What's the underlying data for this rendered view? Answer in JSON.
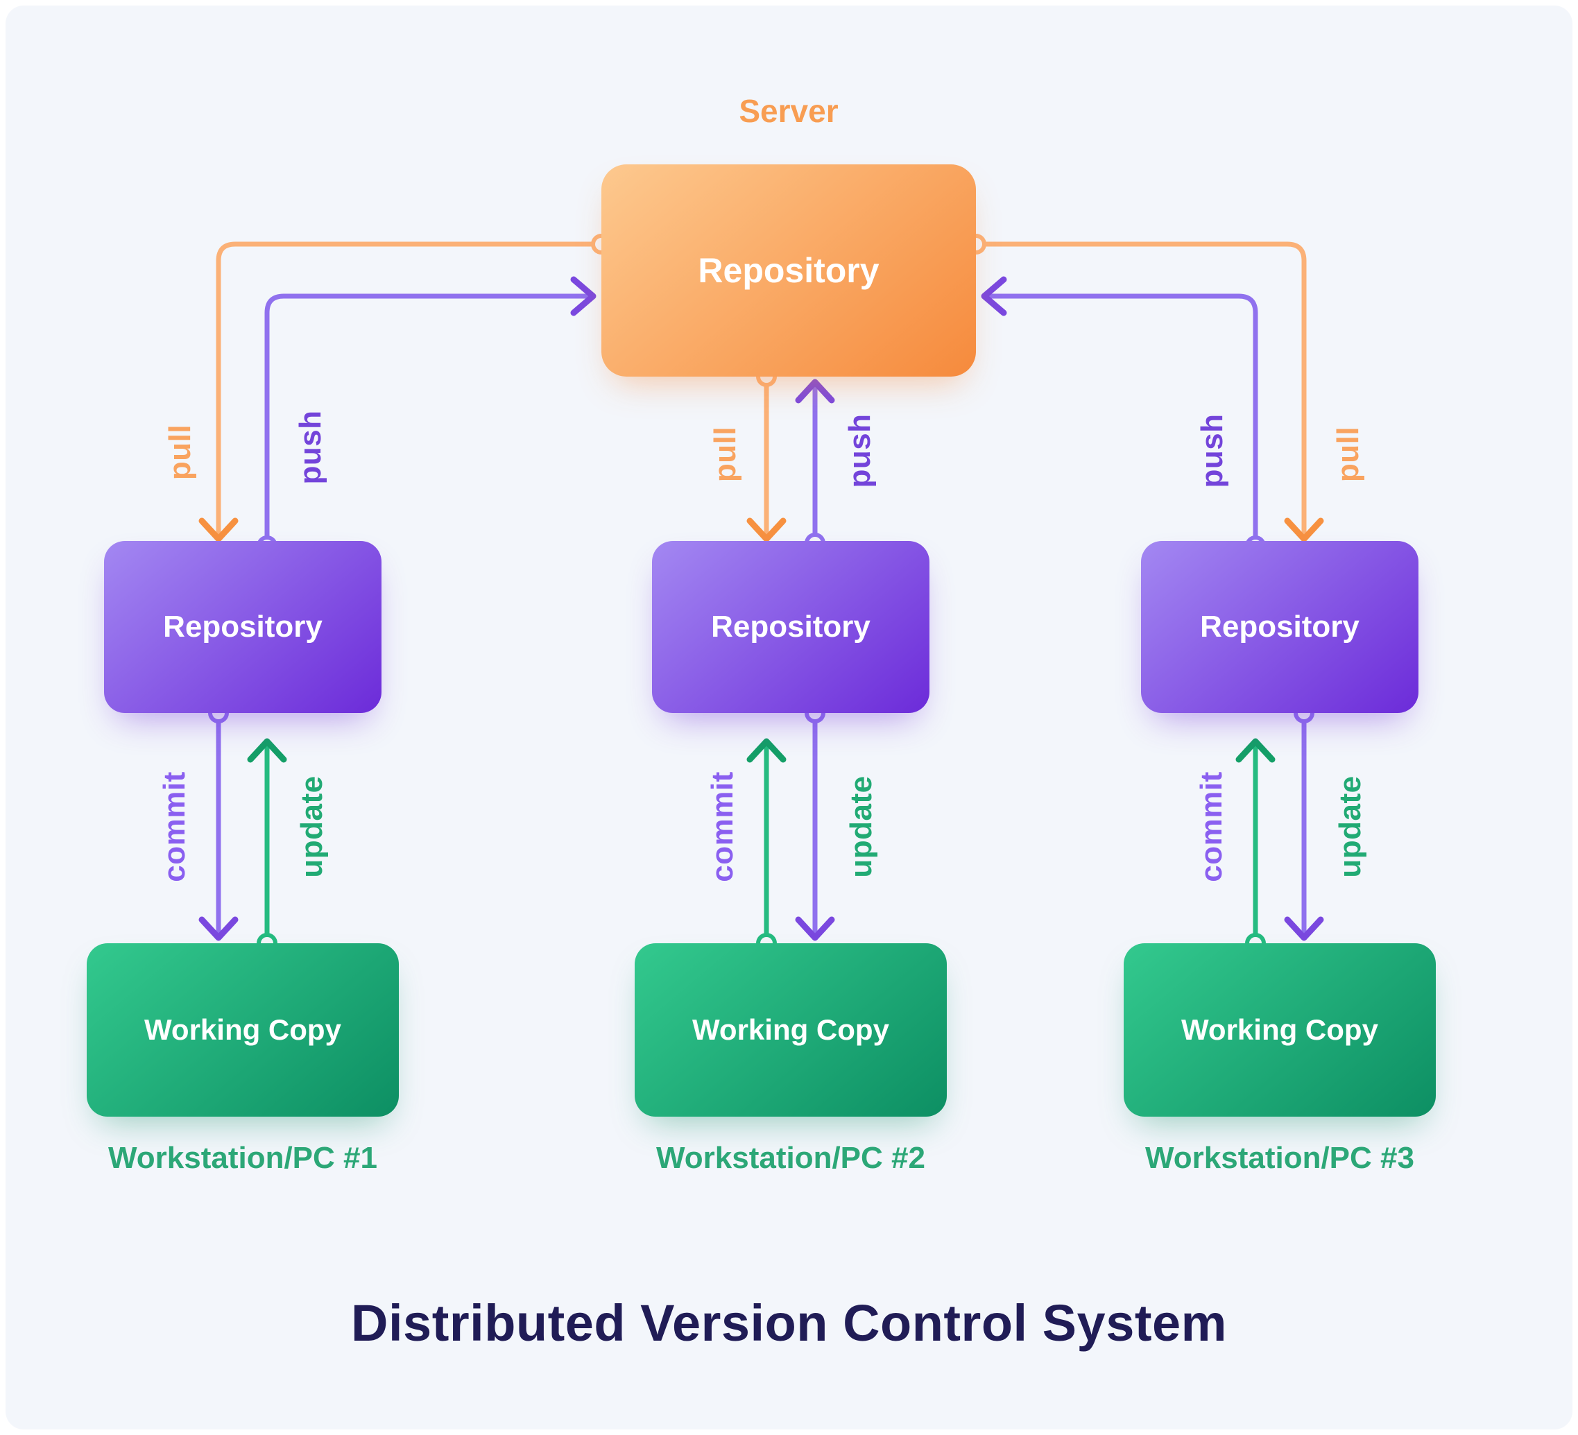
{
  "title": "Distributed Version Control System",
  "server": {
    "caption": "Server",
    "box_label": "Repository"
  },
  "columns": [
    {
      "repo_label": "Repository",
      "wc_label": "Working Copy",
      "caption": "Workstation/PC #1",
      "labels": {
        "pull": "pull",
        "push": "push",
        "commit": "commit",
        "update": "update"
      }
    },
    {
      "repo_label": "Repository",
      "wc_label": "Working Copy",
      "caption": "Workstation/PC #2",
      "labels": {
        "pull": "pull",
        "push": "push",
        "commit": "commit",
        "update": "update"
      }
    },
    {
      "repo_label": "Repository",
      "wc_label": "Working Copy",
      "caption": "Workstation/PC #3",
      "labels": {
        "pull": "pull",
        "push": "push",
        "commit": "commit",
        "update": "update"
      }
    }
  ],
  "colors": {
    "pull": "#f9a35f",
    "push": "#7344da",
    "commit": "#8a5ff0",
    "update": "#21aa74",
    "line_orange": "#fbb177",
    "arrow_orange": "#f79140",
    "line_purple": "#9071ee",
    "arrow_purple": "#7a48df",
    "line_green": "#25bb80",
    "arrow_green": "#149f67",
    "server_accent": "#f89d52",
    "caption_green": "#2ca777",
    "title_navy": "#201c56",
    "box_orange_gradient": [
      "#fdc98f",
      "#f68a3c"
    ],
    "box_purple_gradient": [
      "#a388f2",
      "#6c2bd9"
    ],
    "box_green_gradient": [
      "#33c98e",
      "#0d8f63"
    ],
    "background": "#f3f6fb"
  }
}
